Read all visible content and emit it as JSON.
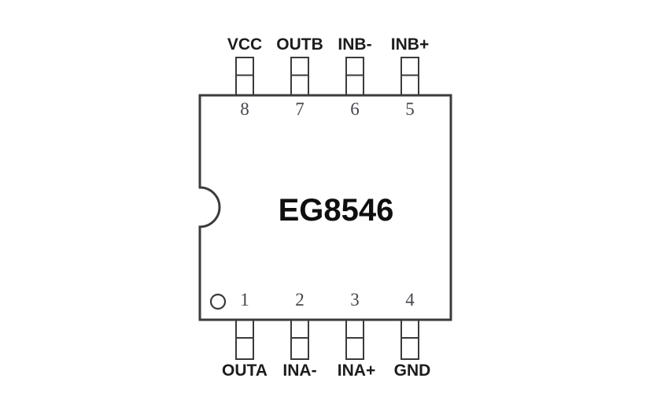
{
  "figure": {
    "type": "ic-pinout-diagram",
    "chip_name": "EG8546",
    "pins_top": [
      {
        "number": "8",
        "label": "VCC"
      },
      {
        "number": "7",
        "label": "OUTB"
      },
      {
        "number": "6",
        "label": "INB-"
      },
      {
        "number": "5",
        "label": "INB+"
      }
    ],
    "pins_bottom": [
      {
        "number": "1",
        "label": "OUTA"
      },
      {
        "number": "2",
        "label": "INA-"
      },
      {
        "number": "3",
        "label": "INA+"
      },
      {
        "number": "4",
        "label": "GND"
      }
    ],
    "colors": {
      "line": "#3b3b3b",
      "pin_number_text": "#45474d",
      "pin_label_text": "#1c1c1c",
      "title_text": "#0f0f0f",
      "background": "#ffffff"
    }
  }
}
